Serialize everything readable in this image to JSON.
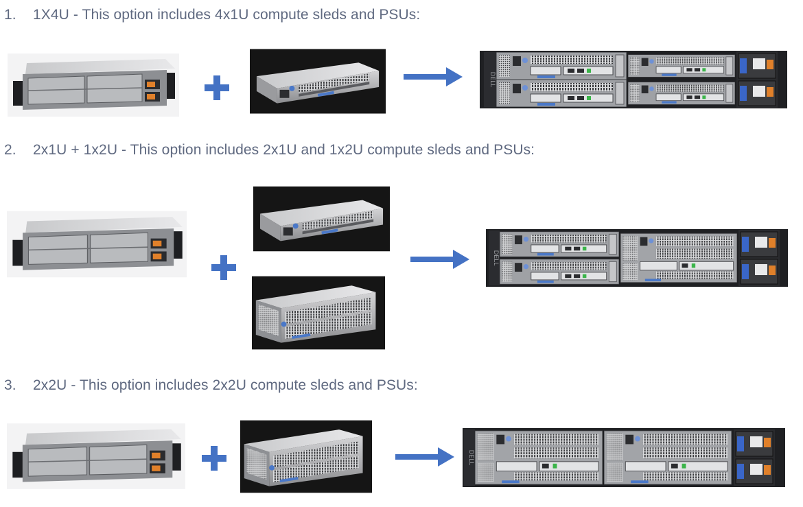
{
  "options": [
    {
      "number": "1.",
      "text": "1X4U - This option includes 4x1U compute sleds and PSUs:"
    },
    {
      "number": "2.",
      "text": "2x1U + 1x2U - This option includes 2x1U and 1x2U compute sleds and PSUs:"
    },
    {
      "number": "3.",
      "text": "2x2U - This option includes 2x2U compute sleds and PSUs:"
    }
  ],
  "colors": {
    "text": "#5f6980",
    "accent_blue": "#4472c4",
    "sled_background": "#151515",
    "psu_orange": "#e0802a",
    "psu_blue": "#3a66c8"
  },
  "icons": [
    "plus-icon",
    "arrow-right-icon"
  ],
  "logo_text": "DELL"
}
